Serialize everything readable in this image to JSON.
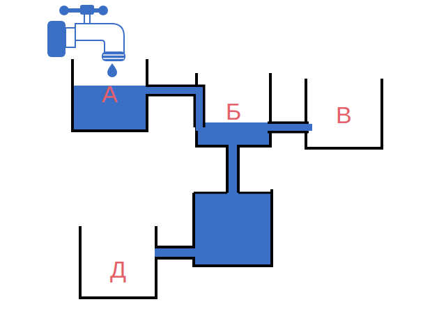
{
  "diagram": {
    "nodes": [
      {
        "text": [
          "А"
        ]
      },
      {
        "text": [
          "Б"
        ]
      },
      {
        "text": [
          "В"
        ]
      },
      {
        "text": [
          "Д"
        ]
      }
    ],
    "edges": [
      {
        "from": 0,
        "to": 1,
        "arrow": "none"
      },
      {
        "from": 1,
        "to": 2,
        "arrow": "none"
      }
    ]
  }
}
